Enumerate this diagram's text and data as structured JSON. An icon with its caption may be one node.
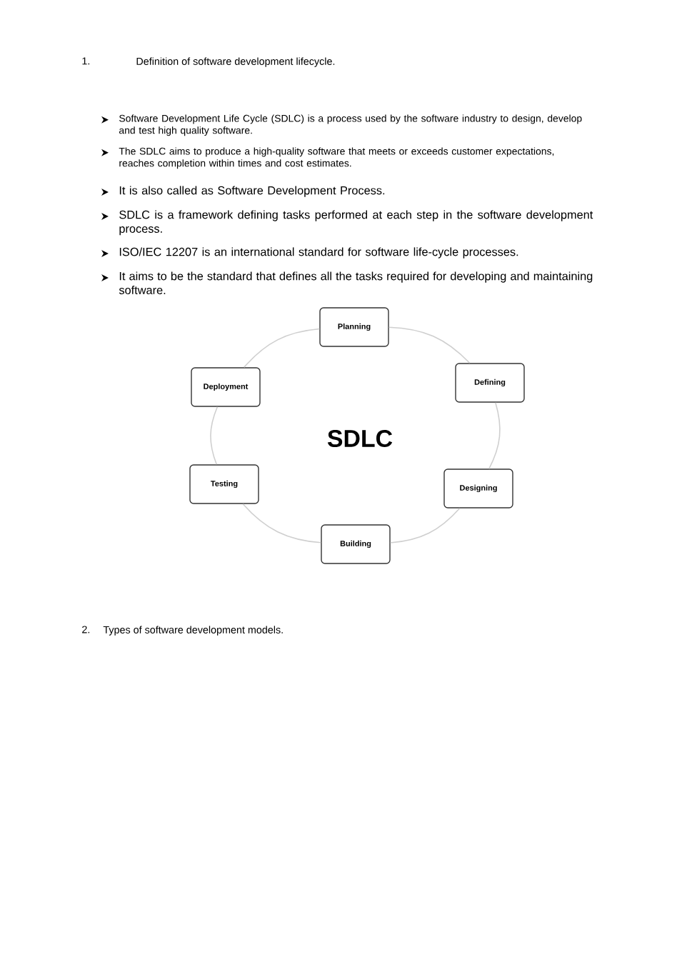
{
  "diagram": {
    "nodes": [
      {
        "text": [
          "Planning"
        ]
      },
      {
        "text": [
          "Defining"
        ]
      },
      {
        "text": [
          "Designing"
        ]
      },
      {
        "text": [
          "Building"
        ]
      },
      {
        "text": [
          "Testing"
        ]
      },
      {
        "text": [
          "Deployment"
        ]
      }
    ],
    "edges": [
      {
        "from": 0,
        "to": 1,
        "arrow": "none"
      },
      {
        "from": 1,
        "to": 2,
        "arrow": "none"
      },
      {
        "from": 2,
        "to": 3,
        "arrow": "none"
      },
      {
        "from": 3,
        "to": 4,
        "arrow": "none"
      },
      {
        "from": 4,
        "to": 5,
        "arrow": "none"
      },
      {
        "from": 5,
        "to": 0,
        "arrow": "none"
      }
    ],
    "labels": [
      "1.",
      "Definition of software development lifecycle.",
      "Software Development Life Cycle (SDLC) is a process used by the software industry to design, develop and test high quality software.",
      "The SDLC aims to produce a high-quality software that meets or exceeds customer expectations, reaches completion within times and cost estimates.",
      "It is also called as Software Development Process.",
      "SDLC is a framework defining tasks performed at each step in the software development process.",
      "ISO/IEC 12207 is an international standard for software life-cycle processes.",
      "It aims to be the standard that defines all the tasks required for developing and maintaining software.",
      "SDLC",
      "2.",
      "Types of software development models."
    ]
  }
}
